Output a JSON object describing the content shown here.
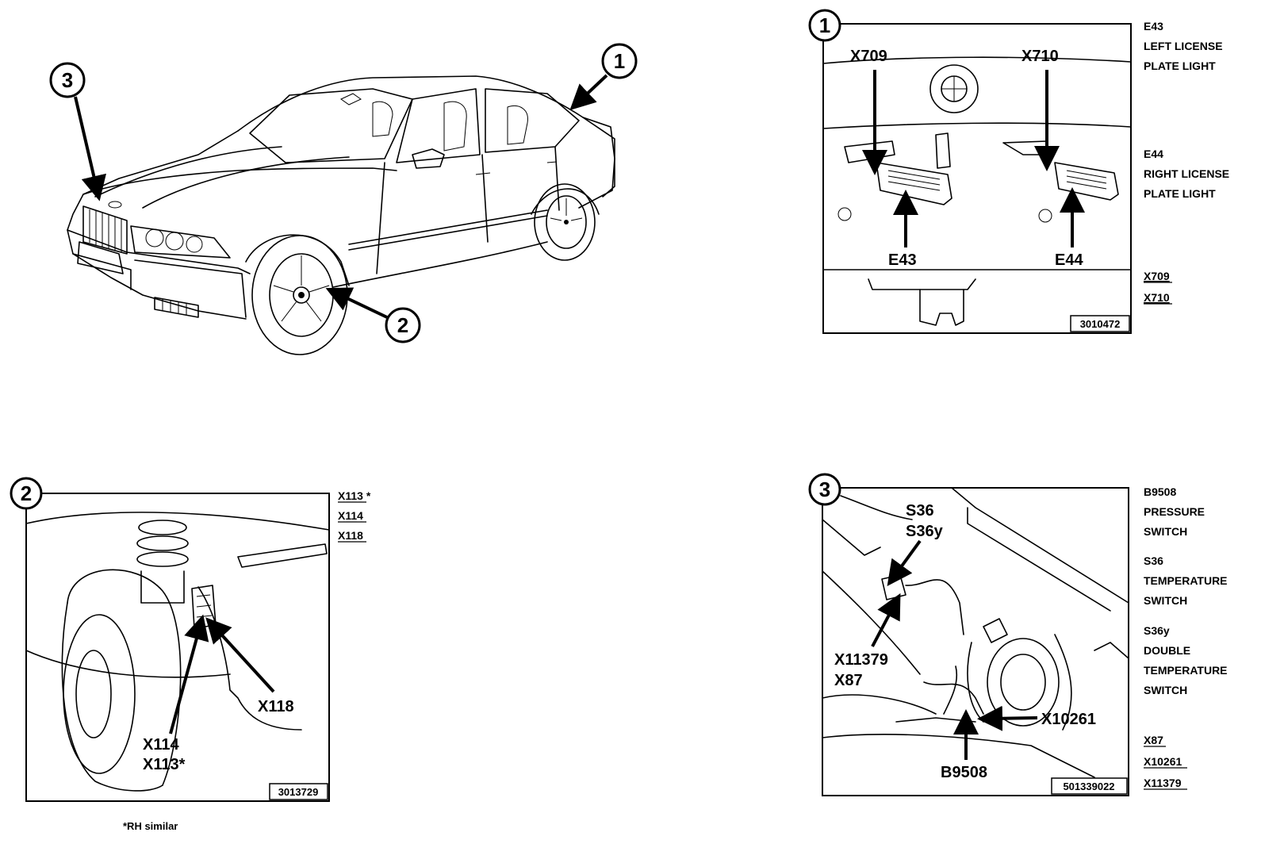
{
  "overview": {
    "callout_1": "1",
    "callout_2": "2",
    "callout_3": "3"
  },
  "detail_1": {
    "callout": "1",
    "labels": {
      "x709": "X709",
      "x710": "X710",
      "e43": "E43",
      "e44": "E44"
    },
    "figure_code": "3010472",
    "legend": {
      "e43_code": "E43",
      "e43_desc_1": "LEFT LICENSE",
      "e43_desc_2": "PLATE LIGHT",
      "e44_code": "E44",
      "e44_desc_1": "RIGHT LICENSE",
      "e44_desc_2": "PLATE LIGHT",
      "conn_1": "X709",
      "conn_2": "X710"
    }
  },
  "detail_2": {
    "callout": "2",
    "labels": {
      "x118": "X118",
      "x114": "X114",
      "x113": "X113*"
    },
    "figure_code": "3013729",
    "legend": {
      "conn_1": "X113 *",
      "conn_2": "X114",
      "conn_3": "X118"
    },
    "note": "*RH similar"
  },
  "detail_3": {
    "callout": "3",
    "labels": {
      "s36": "S36",
      "s36y": "S36y",
      "x11379": "X11379",
      "x87": "X87",
      "x10261": "X10261",
      "b9508": "B9508"
    },
    "figure_code": "501339022",
    "legend": {
      "b9508_code": "B9508",
      "b9508_desc_1": "PRESSURE",
      "b9508_desc_2": "SWITCH",
      "s36_code": "S36",
      "s36_desc_1": "TEMPERATURE",
      "s36_desc_2": "SWITCH",
      "s36y_code": "S36y",
      "s36y_desc_1": "DOUBLE",
      "s36y_desc_2": "TEMPERATURE",
      "s36y_desc_3": "SWITCH",
      "conn_1": "X87",
      "conn_2": "X10261",
      "conn_3": "X11379"
    }
  }
}
